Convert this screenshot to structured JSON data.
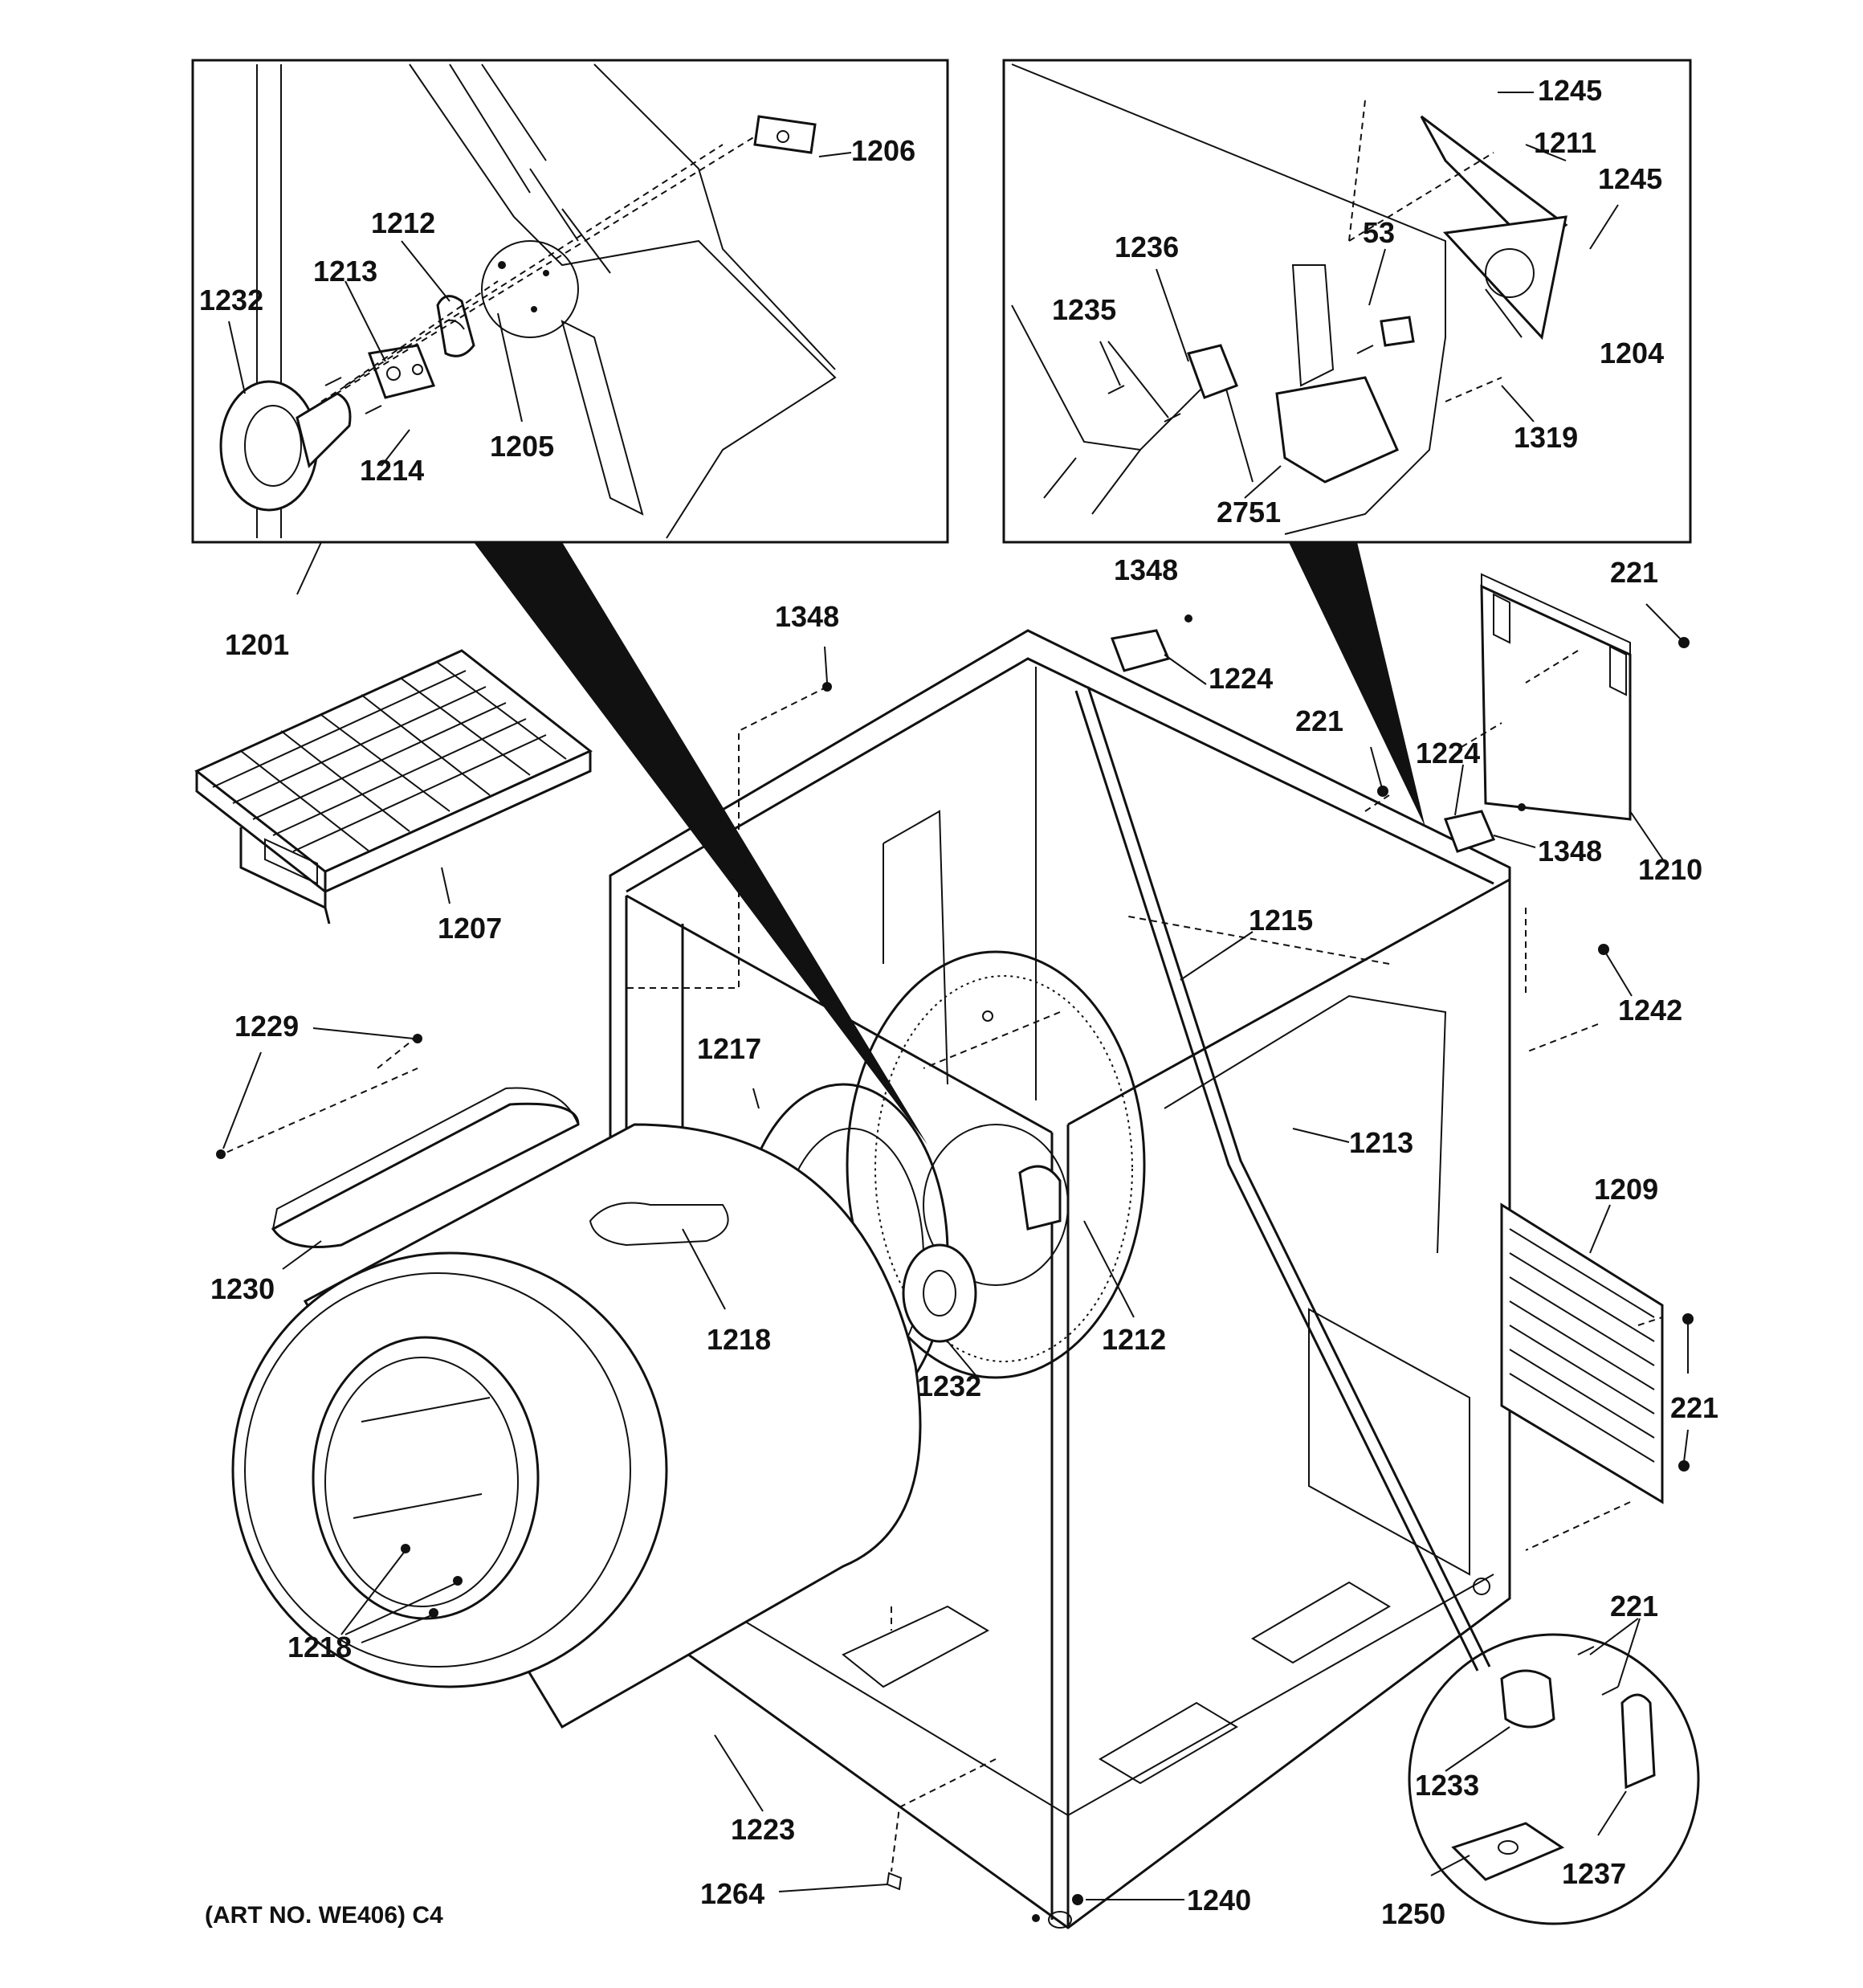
{
  "caption": "(ART NO. WE406) C4",
  "labels": {
    "l1206": "1206",
    "l1212a": "1212",
    "l1213a": "1213",
    "l1232a": "1232",
    "l1214": "1214",
    "l1205": "1205",
    "l1201": "1201",
    "l1245a": "1245",
    "l1211": "1211",
    "l1245b": "1245",
    "l53": "53",
    "l1236": "1236",
    "l1235": "1235",
    "l1204": "1204",
    "l1319": "1319",
    "l2751": "2751",
    "l1348a": "1348",
    "l1348b": "1348",
    "l1348c": "1348",
    "l1224a": "1224",
    "l1224b": "1224",
    "l221a": "221",
    "l221b": "221",
    "l221c": "221",
    "l221d": "221",
    "l1210": "1210",
    "l1207": "1207",
    "l1215": "1215",
    "l1242": "1242",
    "l1229": "1229",
    "l1217": "1217",
    "l1213b": "1213",
    "l1209": "1209",
    "l1230": "1230",
    "l1218a": "1218",
    "l1212b": "1212",
    "l1232b": "1232",
    "l1218b": "1218",
    "l1233": "1233",
    "l1223": "1223",
    "l1237": "1237",
    "l1264": "1264",
    "l1240": "1240",
    "l1250": "1250"
  }
}
